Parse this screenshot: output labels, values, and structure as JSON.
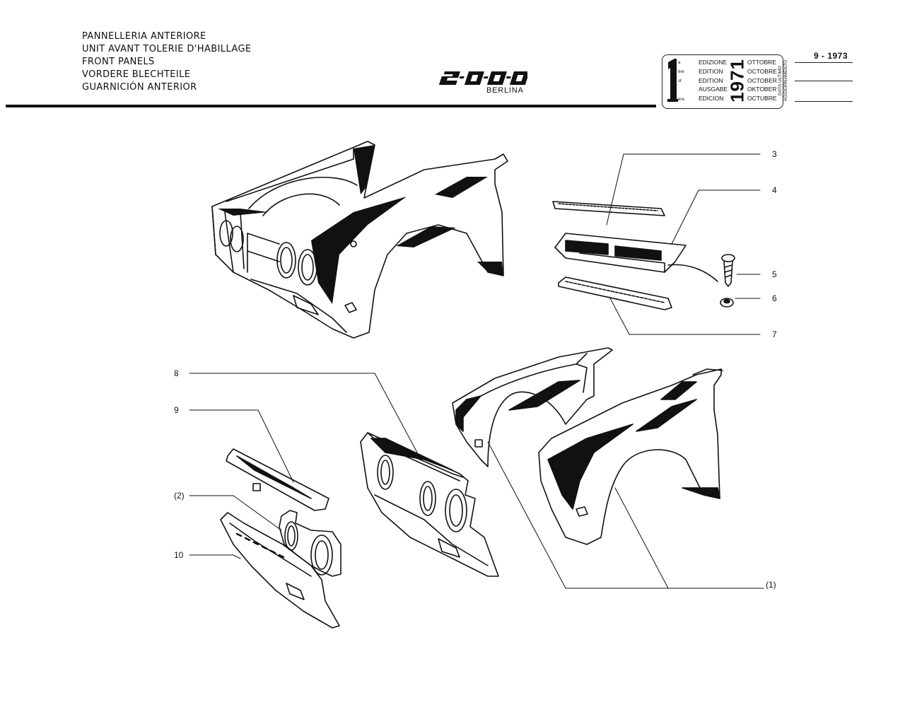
{
  "header": {
    "titles": [
      "PANNELLERIA ANTERIORE",
      "UNIT AVANT TOLERIE D'HABILLAGE",
      "FRONT PANELS",
      "VORDERE BLECHTEILE",
      "GUARNICIÓN ANTERIOR"
    ],
    "model_logo": "2000",
    "model_subtitle": "BERLINA"
  },
  "edition_box": {
    "number": "1",
    "superscripts": [
      "a",
      "ère",
      "st",
      ".",
      "era"
    ],
    "edition_words": [
      "EDIZIONE",
      "EDITION",
      "EDITION",
      "AUSGABE",
      "EDICION"
    ],
    "year": "1971",
    "months": [
      "OTTOBRE",
      "OCTOBRE",
      "OCTOBER",
      "OKTOBER",
      "OCTUBRE"
    ],
    "update_label_1": "DATA ULTIMO",
    "update_label_2": "AGGIORNAMENTO",
    "update_date": "9 - 1973"
  },
  "callouts": [
    {
      "id": "c3",
      "label": "3"
    },
    {
      "id": "c4",
      "label": "4"
    },
    {
      "id": "c5",
      "label": "5"
    },
    {
      "id": "c6",
      "label": "6"
    },
    {
      "id": "c7",
      "label": "7"
    },
    {
      "id": "c8",
      "label": "8"
    },
    {
      "id": "c9",
      "label": "9"
    },
    {
      "id": "c2",
      "label": "(2)"
    },
    {
      "id": "c10",
      "label": "10"
    },
    {
      "id": "c1",
      "label": "(1)"
    }
  ]
}
